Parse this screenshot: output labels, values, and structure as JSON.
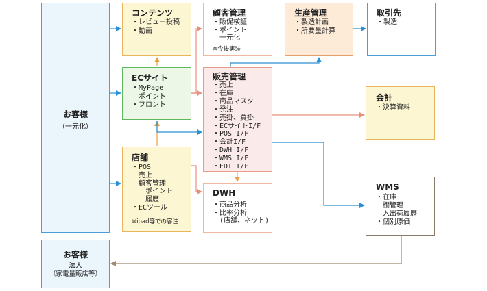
{
  "customer": {
    "title": "お客様",
    "sub": "（一元化）"
  },
  "customer_corp": {
    "title": "お客様",
    "line1": "法人",
    "line2": "（家電量販店等）"
  },
  "contents": {
    "title": "コンテンツ",
    "items": "・レビュー投稿\n・動画"
  },
  "ec_site": {
    "title": "ECサイト",
    "items": "・MyPage\n　ポイント\n・フロント"
  },
  "store": {
    "title": "店舗",
    "items": "・POS\n　売上\n　顧客管理\n　　ポイント\n　　履歴\n・ECツール",
    "note": "※ipad等での客注"
  },
  "crm": {
    "title": "顧客管理",
    "items": "・販促検証\n・ポイント\n　一元化",
    "note": "※今後実装"
  },
  "sales": {
    "title": "販売管理",
    "items": "・売上\n・在庫\n・商品マスタ\n・発注\n・売掛、買掛\n・ECサイトI/F\n・POS I/F\n・会計I/F\n・DWH I/F\n・WMS I/F\n・EDI I/F"
  },
  "dwh": {
    "title": "DWH",
    "items": "・商品分析\n・比率分析\n　(店舗、ネット)"
  },
  "production": {
    "title": "生産管理",
    "items": "・製造計画\n・所要量計算"
  },
  "supplier": {
    "title": "取引先",
    "items": "・製造"
  },
  "accounting": {
    "title": "会計",
    "items": "・決算資料"
  },
  "wms": {
    "title": "WMS",
    "items": "・在庫\n　棚管理\n　入出荷履歴\n・個別原価"
  },
  "colors": {
    "blue": "#2a8fd4",
    "orange": "#e8a040",
    "salmon": "#e8907a",
    "brown": "#a08870"
  }
}
